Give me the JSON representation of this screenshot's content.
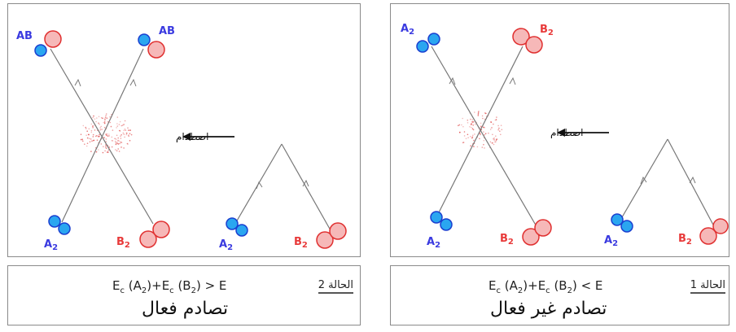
{
  "left": {
    "particle_top_left": "AB",
    "particle_top_right": "AB",
    "particle_bottom_left": "A",
    "particle_bottom_left_sub": "2",
    "particle_bottom_right": "B",
    "particle_bottom_right_sub": "2",
    "small_left": "A",
    "small_left_sub": "2",
    "small_right": "B",
    "small_right_sub": "2",
    "impact_label": "اصطدام",
    "case_label": "الحالة 2",
    "formula": {
      "ec": "E",
      "c": "c",
      "a": "A",
      "b": "B",
      "sub": "2",
      "op": "+",
      "relation": "> E"
    },
    "outcome": "تصادم فعال"
  },
  "right": {
    "particle_top_left": "A",
    "particle_top_left_sub": "2",
    "particle_top_right": "B",
    "particle_top_right_sub": "2",
    "particle_bottom_left": "A",
    "particle_bottom_left_sub": "2",
    "particle_bottom_right": "B",
    "particle_bottom_right_sub": "2",
    "small_left": "A",
    "small_left_sub": "2",
    "small_right": "B",
    "small_right_sub": "2",
    "impact_label": "اصطدام",
    "case_label": "الحالة 1",
    "formula": {
      "ec": "E",
      "c": "c",
      "a": "A",
      "b": "B",
      "sub": "2",
      "op": "+",
      "relation": "< E"
    },
    "outcome": "تصادم غير فعال"
  },
  "colors": {
    "blue_fill": "#2aa6f0",
    "blue_stroke": "#1a3fd0",
    "red_fill": "#f6b8b8",
    "red_stroke": "#e03030",
    "line": "#777777",
    "dots": "#e05050"
  }
}
